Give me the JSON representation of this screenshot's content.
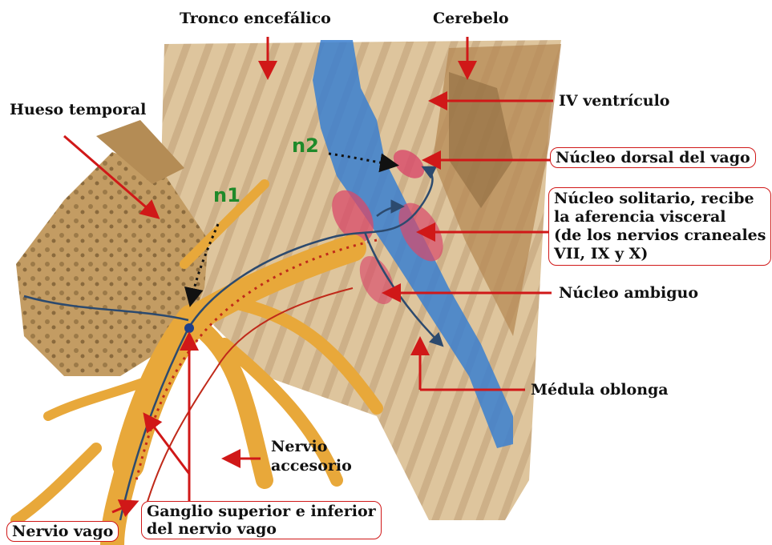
{
  "labels": {
    "tronco": "Tronco encefálico",
    "cerebelo": "Cerebelo",
    "iv_ventriculo": "IV ventrículo",
    "hueso_temporal": "Hueso temporal",
    "nucleo_dorsal": "Núcleo dorsal del vago",
    "nucleo_solitario": [
      "Núcleo solitario, recibe",
      "la aferencia visceral",
      "(de los nervios craneales",
      "VII, IX y X)"
    ],
    "nucleo_ambiguo": "Núcleo ambiguo",
    "medula_oblonga": "Médula oblonga",
    "nervio_accesorio": [
      "Nervio",
      "accesorio"
    ],
    "nervio_vago": "Nervio vago",
    "ganglio": [
      "Ganglio superior e inferior",
      "del nervio vago"
    ],
    "n1": "n1",
    "n2": "n2"
  },
  "colors": {
    "arrow_red": "#d01818",
    "nerve_yellow": "#e8a83a",
    "canal_blue": "#3a7fd0",
    "nucleus_red": "#d8486a",
    "tissue_tan": "#dcc39c",
    "green_text": "#1f8a2a"
  }
}
